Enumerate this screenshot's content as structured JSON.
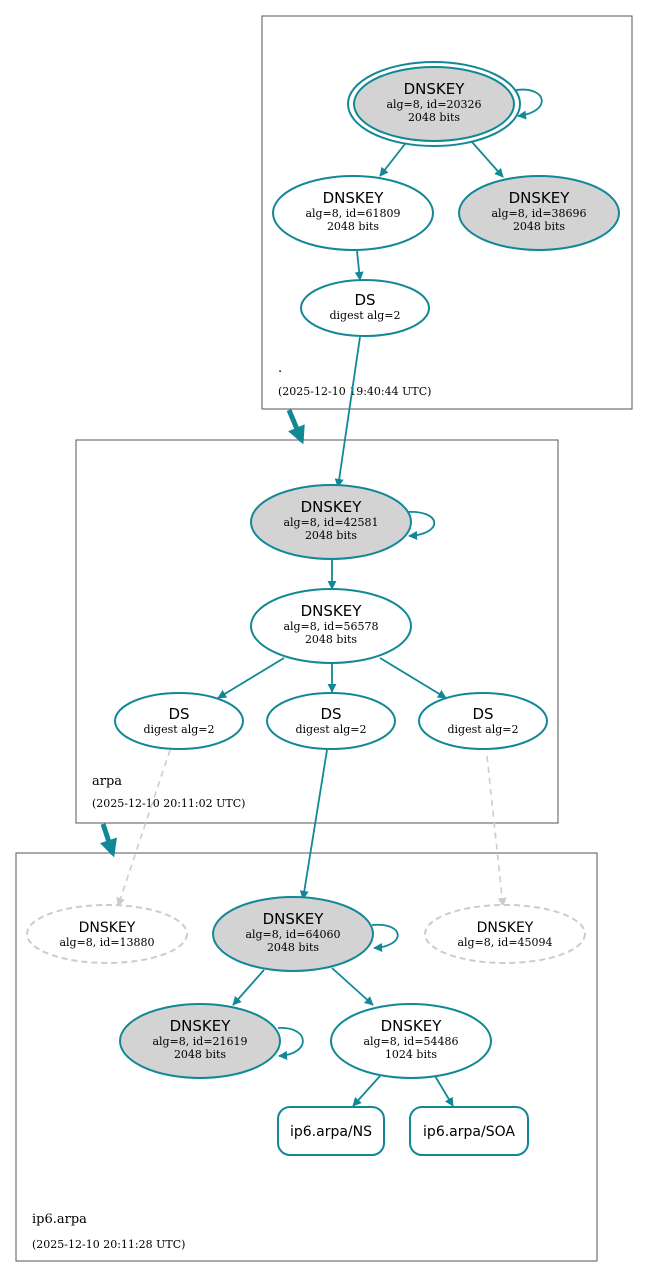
{
  "zones": {
    "root": {
      "label": ".",
      "timestamp": "(2025-12-10 19:40:44 UTC)"
    },
    "arpa": {
      "label": "arpa",
      "timestamp": "(2025-12-10 20:11:02 UTC)"
    },
    "ip6": {
      "label": "ip6.arpa",
      "timestamp": "(2025-12-10 20:11:28 UTC)"
    }
  },
  "nodes": {
    "root_ksk": {
      "title": "DNSKEY",
      "line1": "alg=8, id=20326",
      "line2": "2048 bits"
    },
    "root_zsk1": {
      "title": "DNSKEY",
      "line1": "alg=8, id=61809",
      "line2": "2048 bits"
    },
    "root_zsk2": {
      "title": "DNSKEY",
      "line1": "alg=8, id=38696",
      "line2": "2048 bits"
    },
    "root_ds": {
      "title": "DS",
      "line1": "digest alg=2"
    },
    "arpa_ksk": {
      "title": "DNSKEY",
      "line1": "alg=8, id=42581",
      "line2": "2048 bits"
    },
    "arpa_zsk": {
      "title": "DNSKEY",
      "line1": "alg=8, id=56578",
      "line2": "2048 bits"
    },
    "arpa_ds1": {
      "title": "DS",
      "line1": "digest alg=2"
    },
    "arpa_ds2": {
      "title": "DS",
      "line1": "digest alg=2"
    },
    "arpa_ds3": {
      "title": "DS",
      "line1": "digest alg=2"
    },
    "ip6_missing1": {
      "title": "DNSKEY",
      "line1": "alg=8, id=13880"
    },
    "ip6_ksk": {
      "title": "DNSKEY",
      "line1": "alg=8, id=64060",
      "line2": "2048 bits"
    },
    "ip6_missing2": {
      "title": "DNSKEY",
      "line1": "alg=8, id=45094"
    },
    "ip6_key1": {
      "title": "DNSKEY",
      "line1": "alg=8, id=21619",
      "line2": "2048 bits"
    },
    "ip6_zsk": {
      "title": "DNSKEY",
      "line1": "alg=8, id=54486",
      "line2": "1024 bits"
    },
    "ip6_ns": {
      "title": "ip6.arpa/NS"
    },
    "ip6_soa": {
      "title": "ip6.arpa/SOA"
    }
  },
  "colors": {
    "edge": "#128896",
    "grey_fill": "#d3d3d3",
    "dashed": "#cccccc"
  }
}
